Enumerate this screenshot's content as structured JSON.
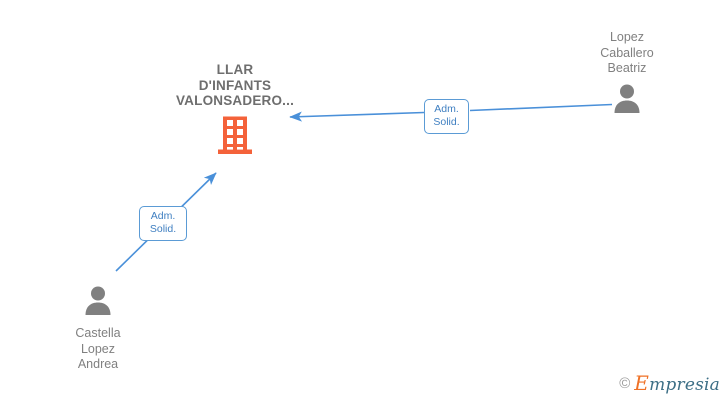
{
  "graph": {
    "company": {
      "name": "LLAR\nD'INFANTS\nVALONSADERO...",
      "icon": "building-icon",
      "icon_color": "#f4623a"
    },
    "persons": [
      {
        "id": "person-top",
        "name": "Lopez\nCaballero\nBeatriz",
        "icon": "person-avatar-icon",
        "icon_color": "#808080",
        "label_position": "above"
      },
      {
        "id": "person-bottom",
        "name": "Castella\nLopez\nAndrea",
        "icon": "person-avatar-icon",
        "icon_color": "#808080",
        "label_position": "below"
      }
    ],
    "edges": [
      {
        "id": "edge-top",
        "from": "person-top",
        "to": "company",
        "label": "Adm.\nSolid.",
        "color": "#4a90d9",
        "direction": "to-company"
      },
      {
        "id": "edge-bottom",
        "from": "person-bottom",
        "to": "company",
        "label": "Adm.\nSolid.",
        "color": "#4a90d9",
        "direction": "to-company"
      }
    ]
  },
  "watermark": {
    "copyright": "©",
    "brand_initial": "E",
    "brand_rest": "mpresia"
  },
  "colors": {
    "background": "#ffffff",
    "company_text": "#6e6e6e",
    "person_text": "#808080",
    "edge_blue": "#4a90d9",
    "label_border": "#5b9bd5",
    "label_text": "#3f7fc1",
    "company_orange": "#f4623a",
    "avatar_gray": "#808080"
  }
}
